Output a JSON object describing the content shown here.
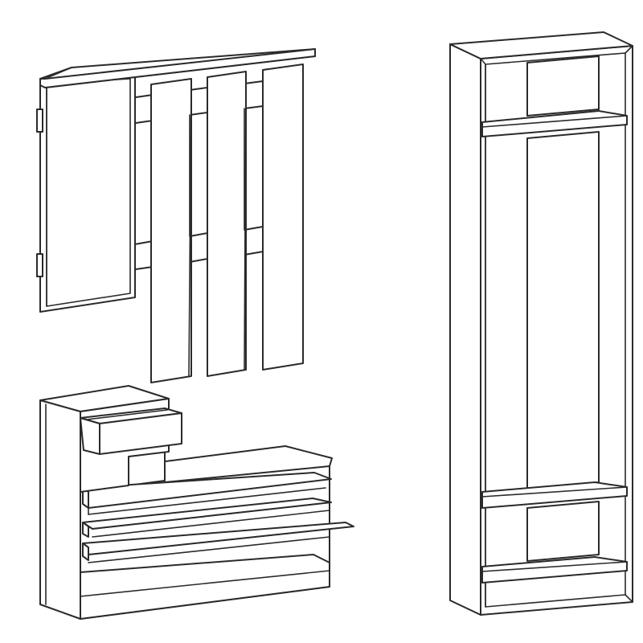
{
  "figure": {
    "background": "#ffffff",
    "line_color": "#2a2a2a",
    "components": [
      {
        "id": "wall-panel-with-mirror",
        "parts": [
          "shelf-top",
          "mirror-door",
          "hinge",
          "vertical-slat",
          "coat-hook-bar"
        ]
      },
      {
        "id": "shoe-cabinet",
        "parts": [
          "side-top-unit",
          "drawer",
          "open-niche",
          "tilting-shoe-flaps",
          "base"
        ]
      },
      {
        "id": "tall-wardrobe",
        "parts": [
          "top-compartment",
          "hanging-space",
          "hanging-rod",
          "shelves",
          "bottom-compartment"
        ]
      }
    ]
  }
}
